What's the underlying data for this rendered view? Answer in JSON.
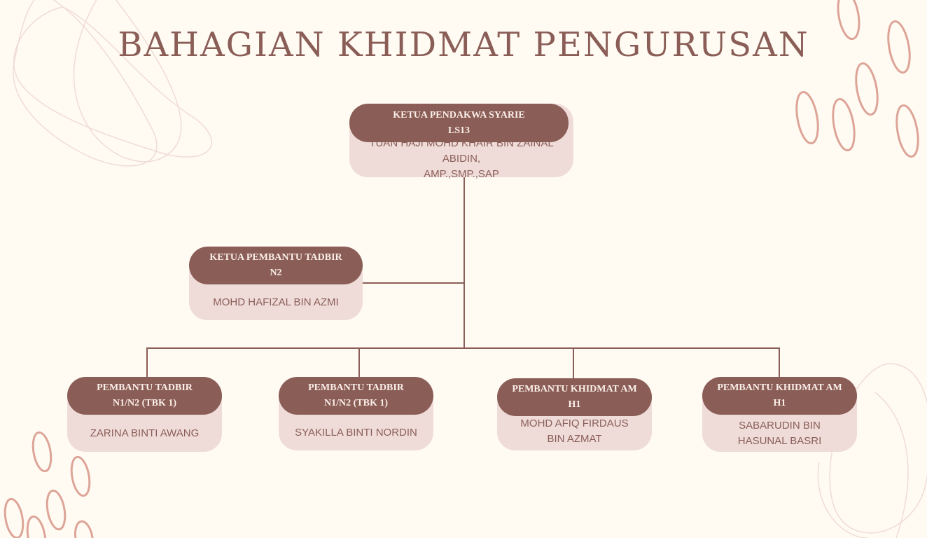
{
  "title": "BAHAGIAN KHIDMAT PENGURUSAN",
  "colors": {
    "background": "#fffbf3",
    "header": "#8a5e57",
    "card": "#efdcd9"
  },
  "top": {
    "position": "KETUA PENDAKWA SYARIE",
    "grade": "LS13",
    "name_line1": "TUAN HAJI MOHD KHAIR BIN ZAINAL ABIDIN,",
    "name_line2": "AMP.,SMP.,SAP"
  },
  "middle": {
    "position": "KETUA PEMBANTU TADBIR",
    "grade": "N2",
    "name_line1": "MOHD HAFIZAL BIN AZMI"
  },
  "staff": [
    {
      "position": "PEMBANTU TADBIR",
      "grade": "N1/N2 (TBK 1)",
      "name_line1": "ZARINA BINTI AWANG",
      "name_line2": ""
    },
    {
      "position": "PEMBANTU TADBIR",
      "grade": "N1/N2 (TBK 1)",
      "name_line1": "SYAKILLA BINTI NORDIN",
      "name_line2": ""
    },
    {
      "position": "PEMBANTU KHIDMAT AM",
      "grade": "H1",
      "name_line1": "MOHD AFIQ FIRDAUS",
      "name_line2": "BIN AZMAT"
    },
    {
      "position": "PEMBANTU KHIDMAT AM",
      "grade": "H1",
      "name_line1": "SABARUDIN BIN",
      "name_line2": "HASUNAL BASRI"
    }
  ]
}
